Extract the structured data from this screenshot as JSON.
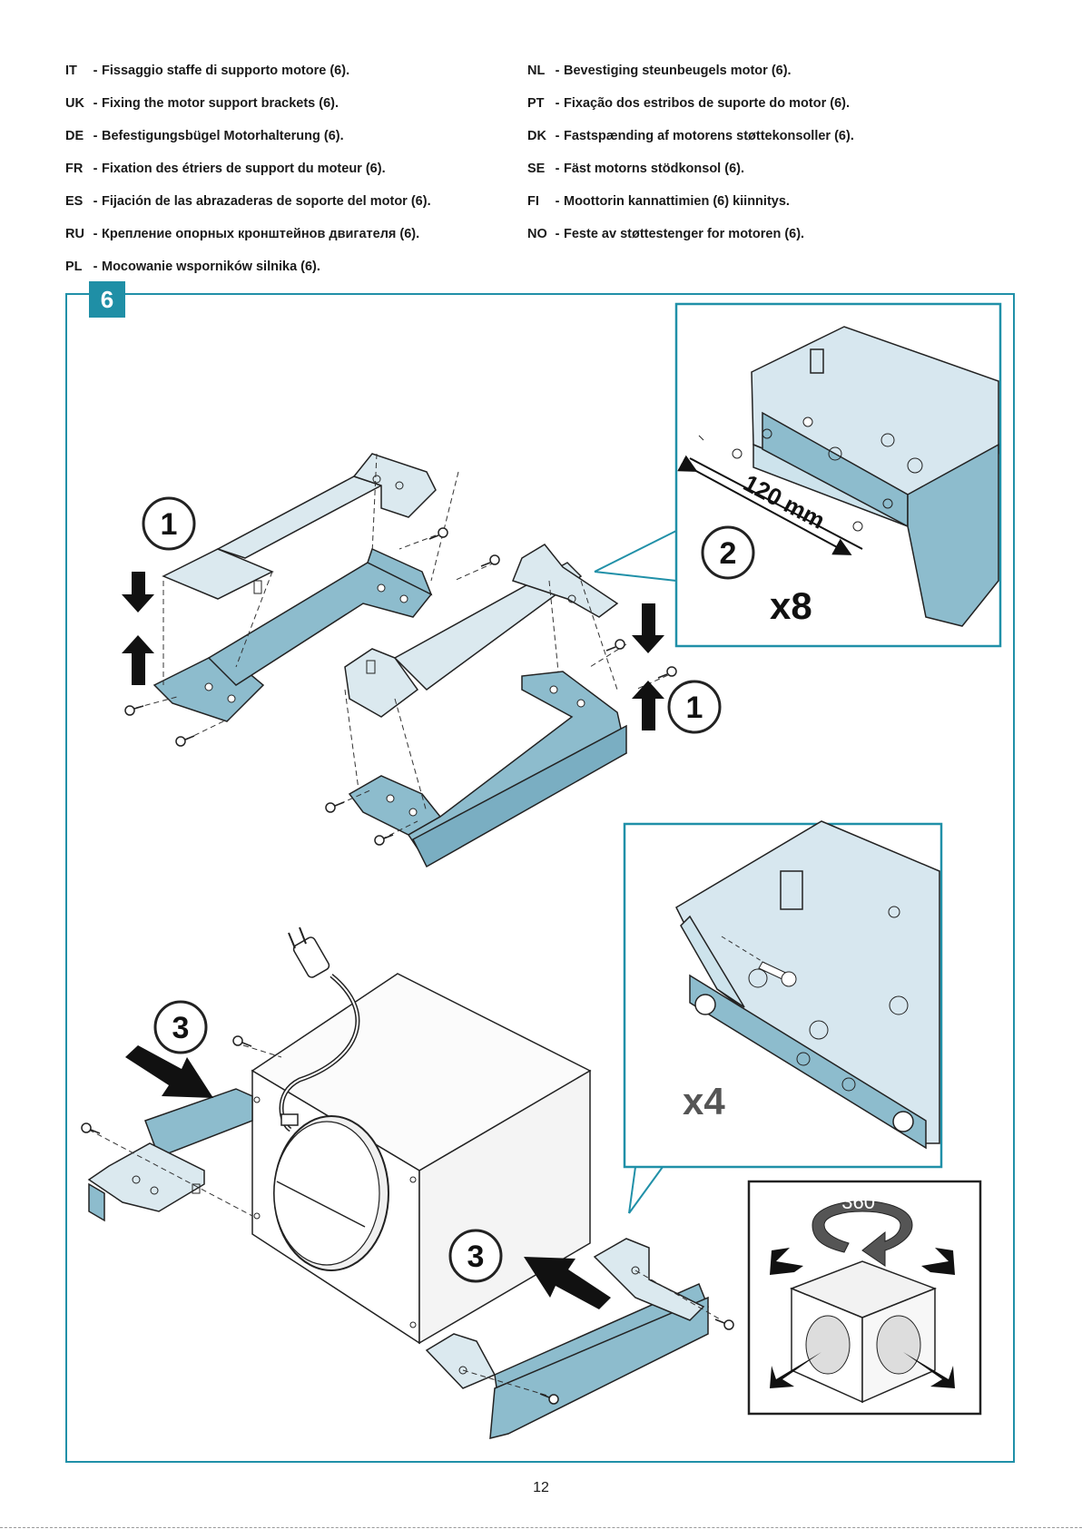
{
  "instructions": {
    "left": [
      {
        "lang": "IT",
        "text": "Fissaggio staffe di supporto motore (6)."
      },
      {
        "lang": "UK",
        "text": "Fixing the motor support brackets (6)."
      },
      {
        "lang": "DE",
        "text": "Befestigungsbügel Motorhalterung (6)."
      },
      {
        "lang": "FR",
        "text": "Fixation des étriers de support du moteur (6)."
      },
      {
        "lang": "ES",
        "text": "Fijación de las abrazaderas de soporte del motor (6)."
      },
      {
        "lang": "RU",
        "text": "Крепление опорных кронштейнов двигателя (6)."
      },
      {
        "lang": "PL",
        "text": "Mocowanie wsporników silnika (6)."
      }
    ],
    "right": [
      {
        "lang": "NL",
        "text": "Bevestiging steunbeugels motor (6)."
      },
      {
        "lang": "PT",
        "text": "Fixação dos estribos de suporte do motor (6)."
      },
      {
        "lang": "DK",
        "text": "Fastspænding af motorens støttekonsoller (6)."
      },
      {
        "lang": "SE",
        "text": "Fäst motorns stödkonsol (6)."
      },
      {
        "lang": "FI",
        "text": "Moottorin kannattimien (6) kiinnitys."
      },
      {
        "lang": "NO",
        "text": "Feste av støttestenger for motoren (6)."
      }
    ],
    "separator": "-"
  },
  "step_number": "6",
  "callouts": {
    "step1_left": "1",
    "step1_right": "1",
    "step2": "2",
    "step3_left": "3",
    "step3_right": "3"
  },
  "dimension_label": "120 mm",
  "screw_count_top": "x8",
  "screw_count_bottom": "x4",
  "rotation_label": "360°",
  "page_number": "12",
  "colors": {
    "accent": "#1f8fa6",
    "bracket_fill": "#8dbccd",
    "bracket_light": "#cde3ec"
  }
}
